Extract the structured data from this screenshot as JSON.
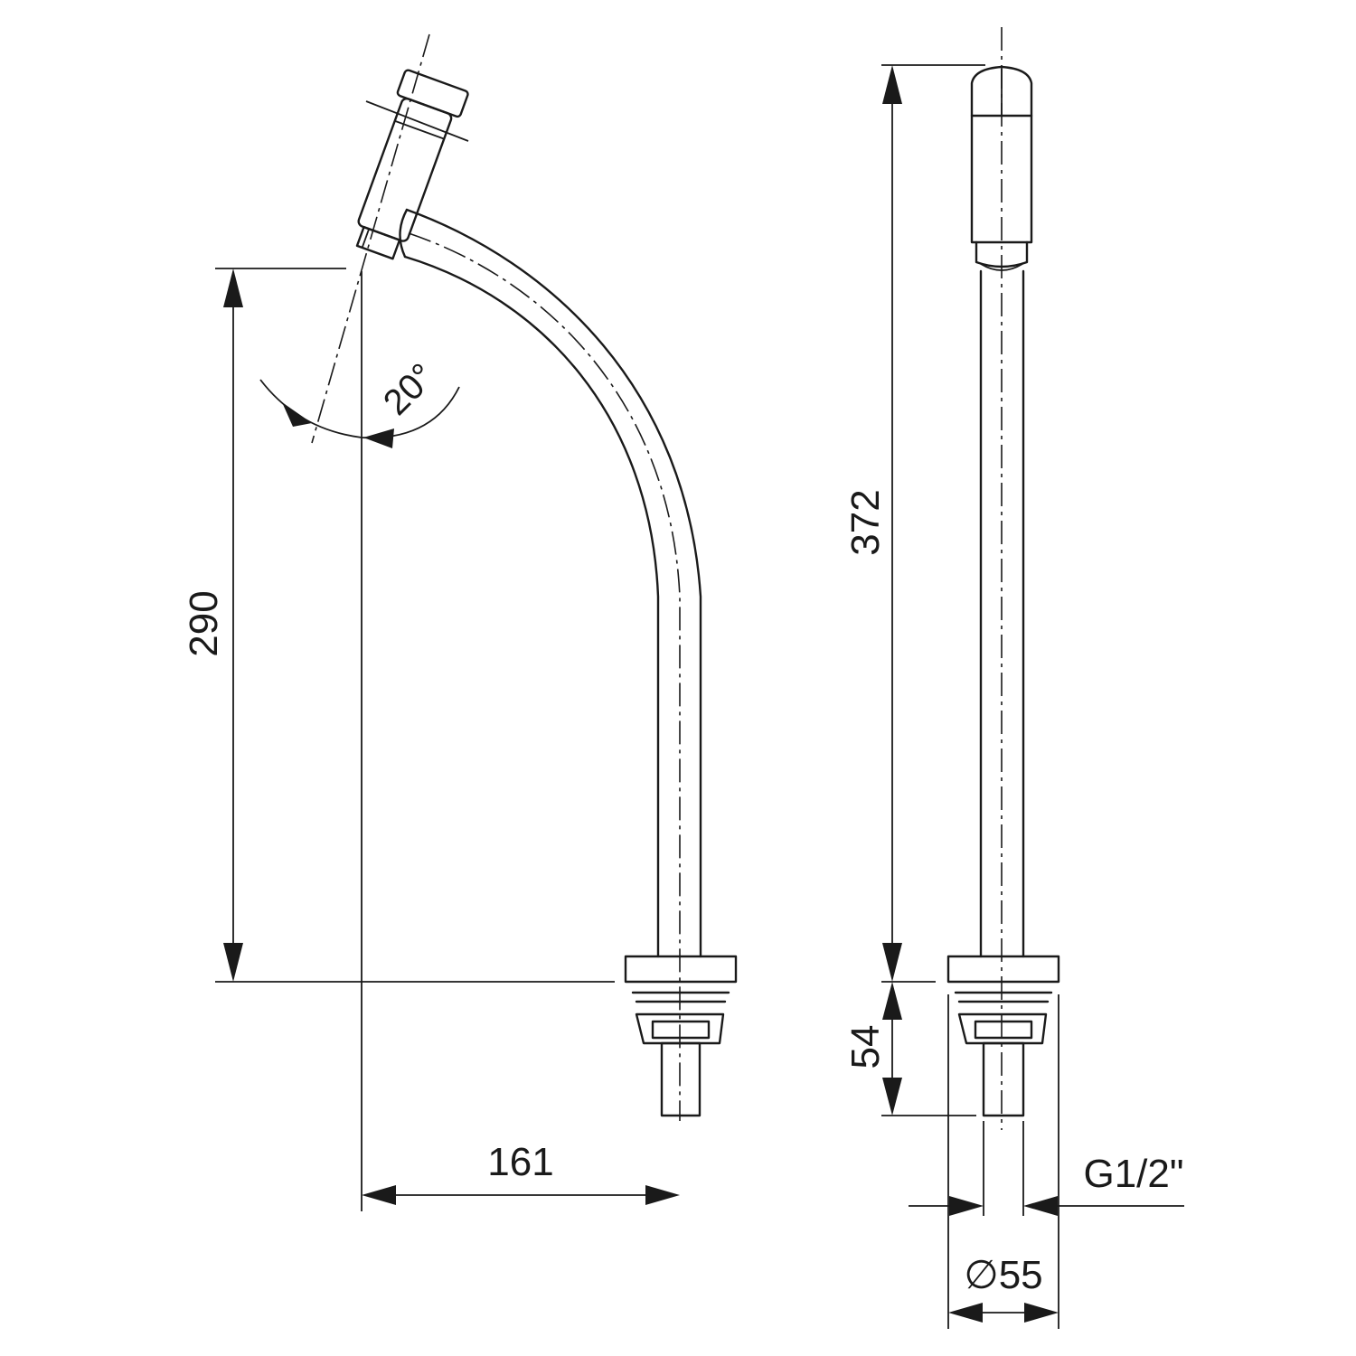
{
  "dimensions": {
    "spout_height": "290",
    "projection": "161",
    "outlet_angle": "20°",
    "total_height": "372",
    "shank_length": "54",
    "thread": "G1/2\"",
    "base_diameter": "∅55"
  },
  "colors": {
    "line": "#1a1a1a",
    "background": "#ffffff"
  }
}
